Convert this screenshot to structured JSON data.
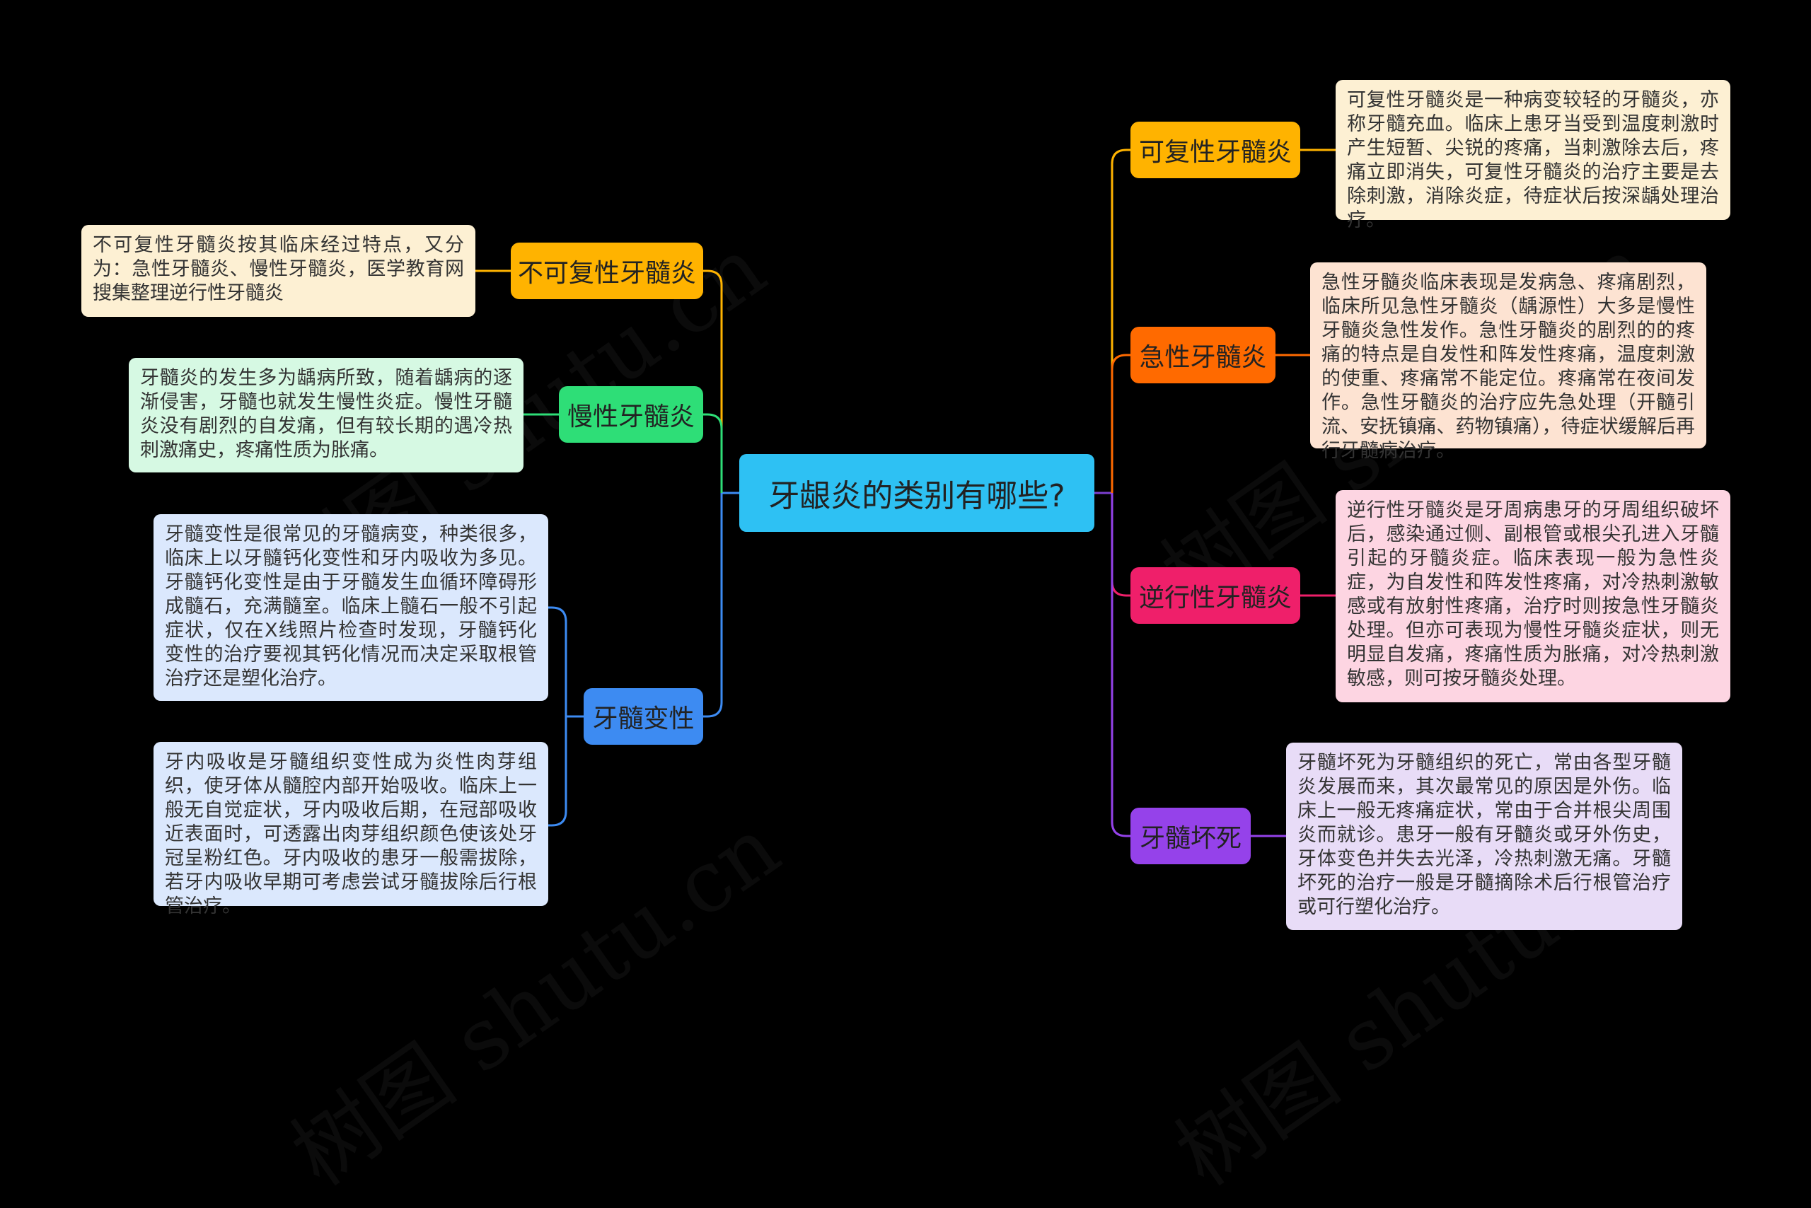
{
  "center": {
    "label": "牙龈炎的类别有哪些?"
  },
  "branches": [
    {
      "label": "可复性牙髓炎",
      "color": "#ffb300",
      "note": "可复性牙髓炎是一种病变较轻的牙髓炎，亦称牙髓充血。临床上患牙当受到温度刺激时产生短暂、尖锐的疼痛，当刺激除去后，疼痛立即消失，可复性牙髓炎的治疗主要是去除刺激，消除炎症，待症状后按深龋处理治疗。",
      "note_bg": "#fdf0d3"
    },
    {
      "label": "急性牙髓炎",
      "color": "#ff6a00",
      "note": "急性牙髓炎临床表现是发病急、疼痛剧烈，临床所见急性牙髓炎（龋源性）大多是慢性牙髓炎急性发作。急性牙髓炎的剧烈的的疼痛的特点是自发性和阵发性疼痛，温度刺激的使重、疼痛常不能定位。疼痛常在夜间发作。急性牙髓炎的治疗应先急处理（开髓引流、安抚镇痛、药物镇痛），待症状缓解后再行牙髓病治疗。",
      "note_bg": "#fde3d2"
    },
    {
      "label": "逆行性牙髓炎",
      "color": "#ef1f6a",
      "note": "逆行性牙髓炎是牙周病患牙的牙周组织破坏后，感染通过侧、副根管或根尖孔进入牙髓引起的牙髓炎症。临床表现一般为急性炎症，为自发性和阵发性疼痛，对冷热刺激敏感或有放射性疼痛，治疗时则按急性牙髓炎处理。但亦可表现为慢性牙髓炎症状，则无明显自发痛，疼痛性质为胀痛，对冷热刺激敏感，则可按牙髓炎处理。",
      "note_bg": "#fdd5e2"
    },
    {
      "label": "牙髓坏死",
      "color": "#9542ea",
      "note": "牙髓坏死为牙髓组织的死亡，常由各型牙髓炎发展而来，其次最常见的原因是外伤。临床上一般无疼痛症状，常由于合并根尖周围炎而就诊。患牙一般有牙髓炎或牙外伤史，牙体变色并失去光泽，冷热刺激无痛。牙髓坏死的治疗一般是牙髓摘除术后行根管治疗或可行塑化治疗。",
      "note_bg": "#e8dcf7"
    },
    {
      "label": "不可复性牙髓炎",
      "color": "#ffb300",
      "note": "不可复性牙髓炎按其临床经过特点，又分为：急性牙髓炎、慢性牙髓炎，医学教育网搜集整理逆行性牙髓炎",
      "note_bg": "#fdf0d3"
    },
    {
      "label": "慢性牙髓炎",
      "color": "#2ede77",
      "note": "牙髓炎的发生多为龋病所致，随着龋病的逐渐侵害，牙髓也就发生慢性炎症。慢性牙髓炎没有剧烈的自发痛，但有较长期的遇冷热刺激痛史，疼痛性质为胀痛。",
      "note_bg": "#d6f9e3"
    },
    {
      "label": "牙髓变性",
      "color": "#3d8bf2",
      "notes": [
        "牙髓变性是很常见的牙髓病变，种类很多，临床上以牙髓钙化变性和牙内吸收为多见。牙髓钙化变性是由于牙髓发生血循环障碍形成髓石，充满髓室。临床上髓石一般不引起症状，仅在X线照片检查时发现，牙髓钙化变性的治疗要视其钙化情况而决定采取根管治疗还是塑化治疗。",
        "牙内吸收是牙髓组织变性成为炎性肉芽组织，使牙体从髓腔内部开始吸收。临床上一般无自觉症状，牙内吸收后期，在冠部吸收近表面时，可透露出肉芽组织颜色使该处牙冠呈粉红色。牙内吸收的患牙一般需拔除，若牙内吸收早期可考虑尝试牙髓拔除后行根管治疗。"
      ],
      "note_bg": "#dbe8fd"
    }
  ]
}
